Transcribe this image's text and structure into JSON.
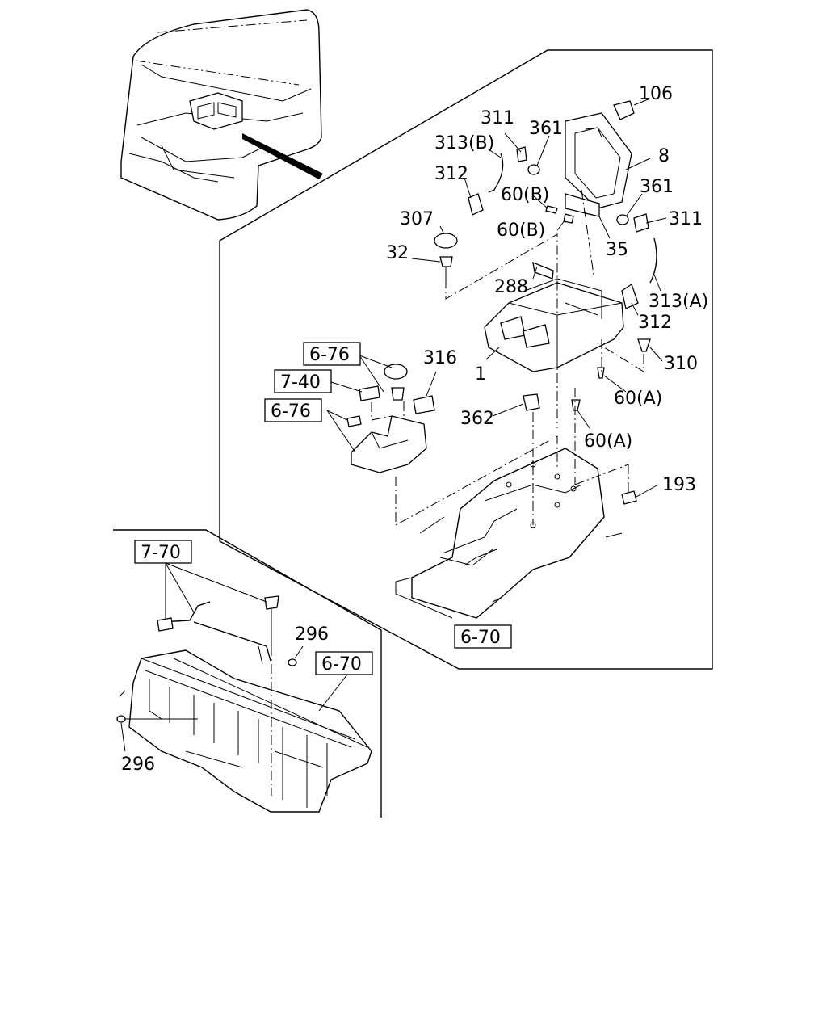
{
  "labels": {
    "p106": "106",
    "p8": "8",
    "p311_top": "311",
    "p361_top": "361",
    "p313b": "313(B)",
    "p312_left": "312",
    "p60b_1": "60(B)",
    "p361_right": "361",
    "p311_right": "311",
    "p307": "307",
    "p60b_2": "60(B)",
    "p35": "35",
    "p32": "32",
    "p288": "288",
    "p313a": "313(A)",
    "p312_right": "312",
    "p316": "316",
    "p1": "1",
    "p310": "310",
    "p60a_1": "60(A)",
    "p362": "362",
    "p60a_2": "60(A)",
    "p193": "193",
    "p296_top": "296",
    "p296_bottom": "296"
  },
  "refs": {
    "r676_top": "6-76",
    "r740": "7-40",
    "r676_bottom": "6-76",
    "r670_main": "6-70",
    "r770": "7-70",
    "r670_lower": "6-70"
  }
}
